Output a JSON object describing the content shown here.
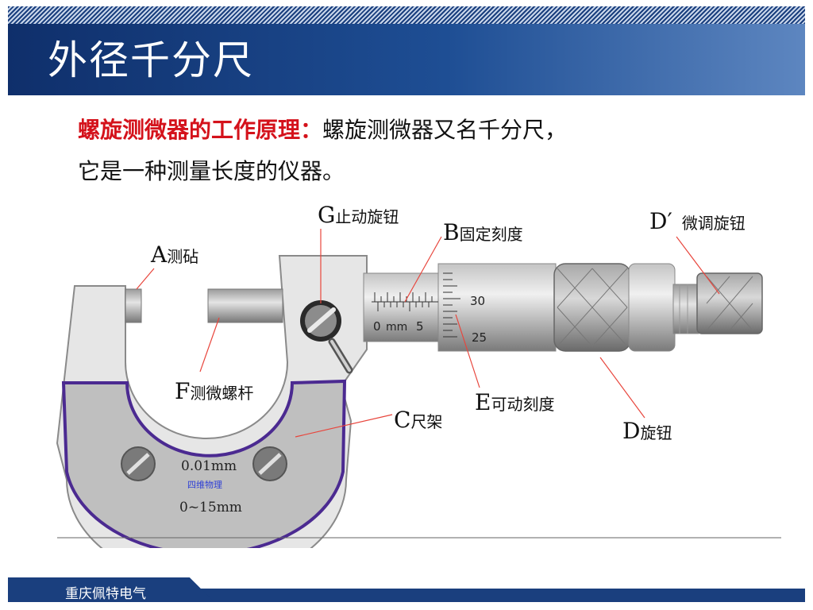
{
  "slide": {
    "title": "外径千分尺"
  },
  "intro": {
    "heading": "螺旋测微器的工作原理：",
    "line1_rest": "螺旋测微器又名千分尺，",
    "line2": "它是一种测量长度的仪器。"
  },
  "labels": {
    "a_letter": "A",
    "a_text": "测砧",
    "g_letter": "G",
    "g_text": "止动旋钮",
    "b_letter": "B",
    "b_text": "固定刻度",
    "dprime_letter": "D′",
    "dprime_text": "微调旋钮",
    "f_letter": "F",
    "f_text": "测微螺杆",
    "c_letter": "C",
    "c_text": "尺架",
    "e_letter": "E",
    "e_text": "可动刻度",
    "d_letter": "D",
    "d_text": "旋钮"
  },
  "frame_text": {
    "precision": "0.01mm",
    "brand": "四维物理",
    "range": "0~15mm"
  },
  "scale_text": {
    "zero": "0",
    "unit": "mm",
    "five": "5",
    "thirty": "30",
    "twenty_five": "25"
  },
  "footer": {
    "company": "重庆佩特电气"
  },
  "colors": {
    "title_dark": "#0f2f6b",
    "heading_red": "#d4121b",
    "frame_purple": "#4b2a91",
    "leader_red": "#e8453c"
  }
}
